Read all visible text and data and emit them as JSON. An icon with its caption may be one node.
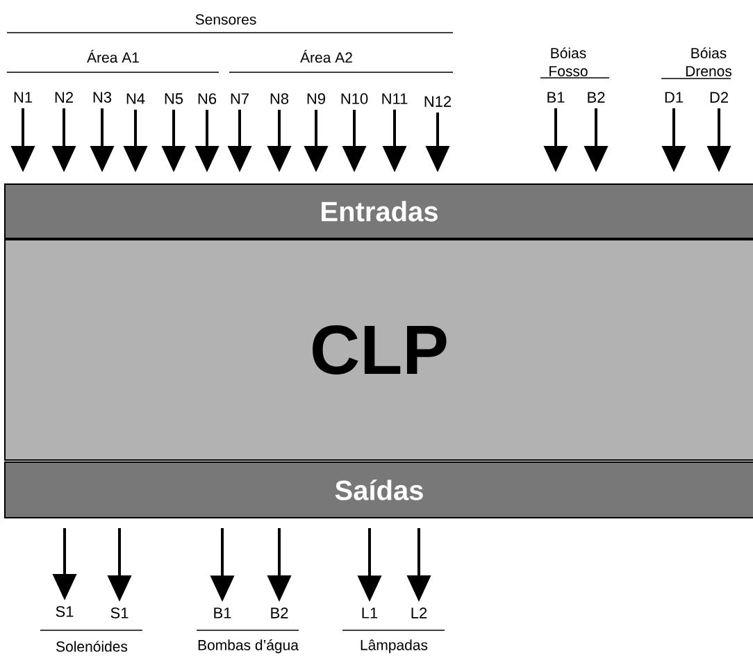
{
  "diagram": {
    "nodes": [
      {
        "text": [
          "Entradas"
        ]
      },
      {
        "text": [
          "CLP"
        ]
      },
      {
        "text": [
          "Saídas"
        ]
      },
      {
        "text": [
          "N1"
        ]
      },
      {
        "text": [
          "N2"
        ]
      },
      {
        "text": [
          "N3"
        ]
      },
      {
        "text": [
          "N4"
        ]
      },
      {
        "text": [
          "N5"
        ]
      },
      {
        "text": [
          "N6"
        ]
      },
      {
        "text": [
          "N7"
        ]
      },
      {
        "text": [
          "N8"
        ]
      },
      {
        "text": [
          "N9"
        ]
      },
      {
        "text": [
          "N10"
        ]
      },
      {
        "text": [
          "N11"
        ]
      },
      {
        "text": [
          "N12"
        ]
      },
      {
        "text": [
          "B1"
        ]
      },
      {
        "text": [
          "B2"
        ]
      },
      {
        "text": [
          "D1"
        ]
      },
      {
        "text": [
          "D2"
        ]
      },
      {
        "text": [
          "S1"
        ]
      },
      {
        "text": [
          "S1"
        ]
      },
      {
        "text": [
          "B1"
        ]
      },
      {
        "text": [
          "B2"
        ]
      },
      {
        "text": [
          "L1"
        ]
      },
      {
        "text": [
          "L2"
        ]
      }
    ],
    "edges": [
      {
        "from": 3,
        "to": 0,
        "arrow": "to"
      },
      {
        "from": 4,
        "to": 0,
        "arrow": "to"
      },
      {
        "from": 5,
        "to": 0,
        "arrow": "to"
      },
      {
        "from": 6,
        "to": 0,
        "arrow": "to"
      },
      {
        "from": 7,
        "to": 0,
        "arrow": "to"
      },
      {
        "from": 8,
        "to": 0,
        "arrow": "to"
      },
      {
        "from": 9,
        "to": 0,
        "arrow": "to"
      },
      {
        "from": 10,
        "to": 0,
        "arrow": "to"
      },
      {
        "from": 11,
        "to": 0,
        "arrow": "to"
      },
      {
        "from": 12,
        "to": 0,
        "arrow": "to"
      },
      {
        "from": 13,
        "to": 0,
        "arrow": "to"
      },
      {
        "from": 14,
        "to": 0,
        "arrow": "to"
      },
      {
        "from": 15,
        "to": 0,
        "arrow": "to"
      },
      {
        "from": 16,
        "to": 0,
        "arrow": "to"
      },
      {
        "from": 17,
        "to": 0,
        "arrow": "to"
      },
      {
        "from": 18,
        "to": 0,
        "arrow": "to"
      },
      {
        "from": 2,
        "to": 19,
        "arrow": "to"
      },
      {
        "from": 2,
        "to": 20,
        "arrow": "to"
      },
      {
        "from": 2,
        "to": 21,
        "arrow": "to"
      },
      {
        "from": 2,
        "to": 22,
        "arrow": "to"
      },
      {
        "from": 2,
        "to": 23,
        "arrow": "to"
      },
      {
        "from": 2,
        "to": 24,
        "arrow": "to"
      }
    ],
    "labels": [
      "Sensores",
      "Área A1",
      "Área A2",
      "Bóias Fosso",
      "Bóias Drenos",
      "Solenóides",
      "Bombas d’água",
      "Lâmpadas"
    ]
  }
}
